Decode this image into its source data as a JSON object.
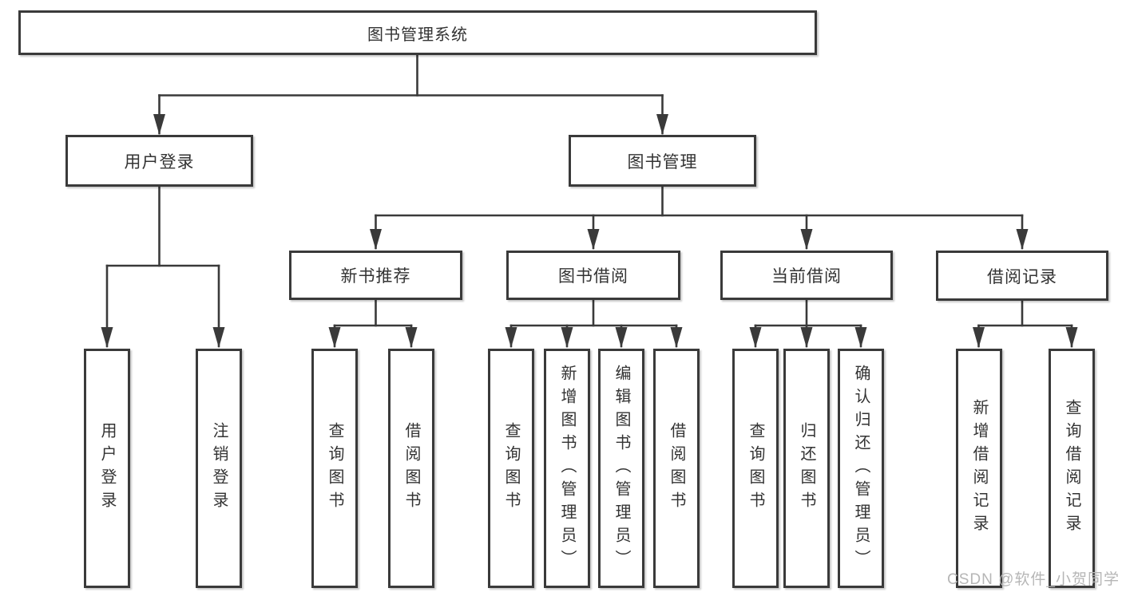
{
  "tree": {
    "root": {
      "label": "图书管理系统",
      "children": [
        {
          "label": "用户登录",
          "children": [
            {
              "label": "用户登录"
            },
            {
              "label": "注销登录"
            }
          ]
        },
        {
          "label": "图书管理",
          "children": [
            {
              "label": "新书推荐",
              "children": [
                {
                  "label": "查询图书"
                },
                {
                  "label": "借阅图书"
                }
              ]
            },
            {
              "label": "图书借阅",
              "children": [
                {
                  "label": "查询图书"
                },
                {
                  "label": "新增图书（管理员）"
                },
                {
                  "label": "编辑图书（管理员）"
                },
                {
                  "label": "借阅图书"
                }
              ]
            },
            {
              "label": "当前借阅",
              "children": [
                {
                  "label": "查询图书"
                },
                {
                  "label": "归还图书"
                },
                {
                  "label": "确认归还（管理员）"
                }
              ]
            },
            {
              "label": "借阅记录",
              "children": [
                {
                  "label": "新增借阅记录"
                },
                {
                  "label": "查询借阅记录"
                }
              ]
            }
          ]
        }
      ]
    }
  },
  "watermark": "CSDN @软件_小贺同学",
  "colors": {
    "line": "#3a3a3a",
    "border": "#3a3a3a",
    "text": "#333333",
    "watermark": "#b6b6b6",
    "background": "#ffffff"
  }
}
